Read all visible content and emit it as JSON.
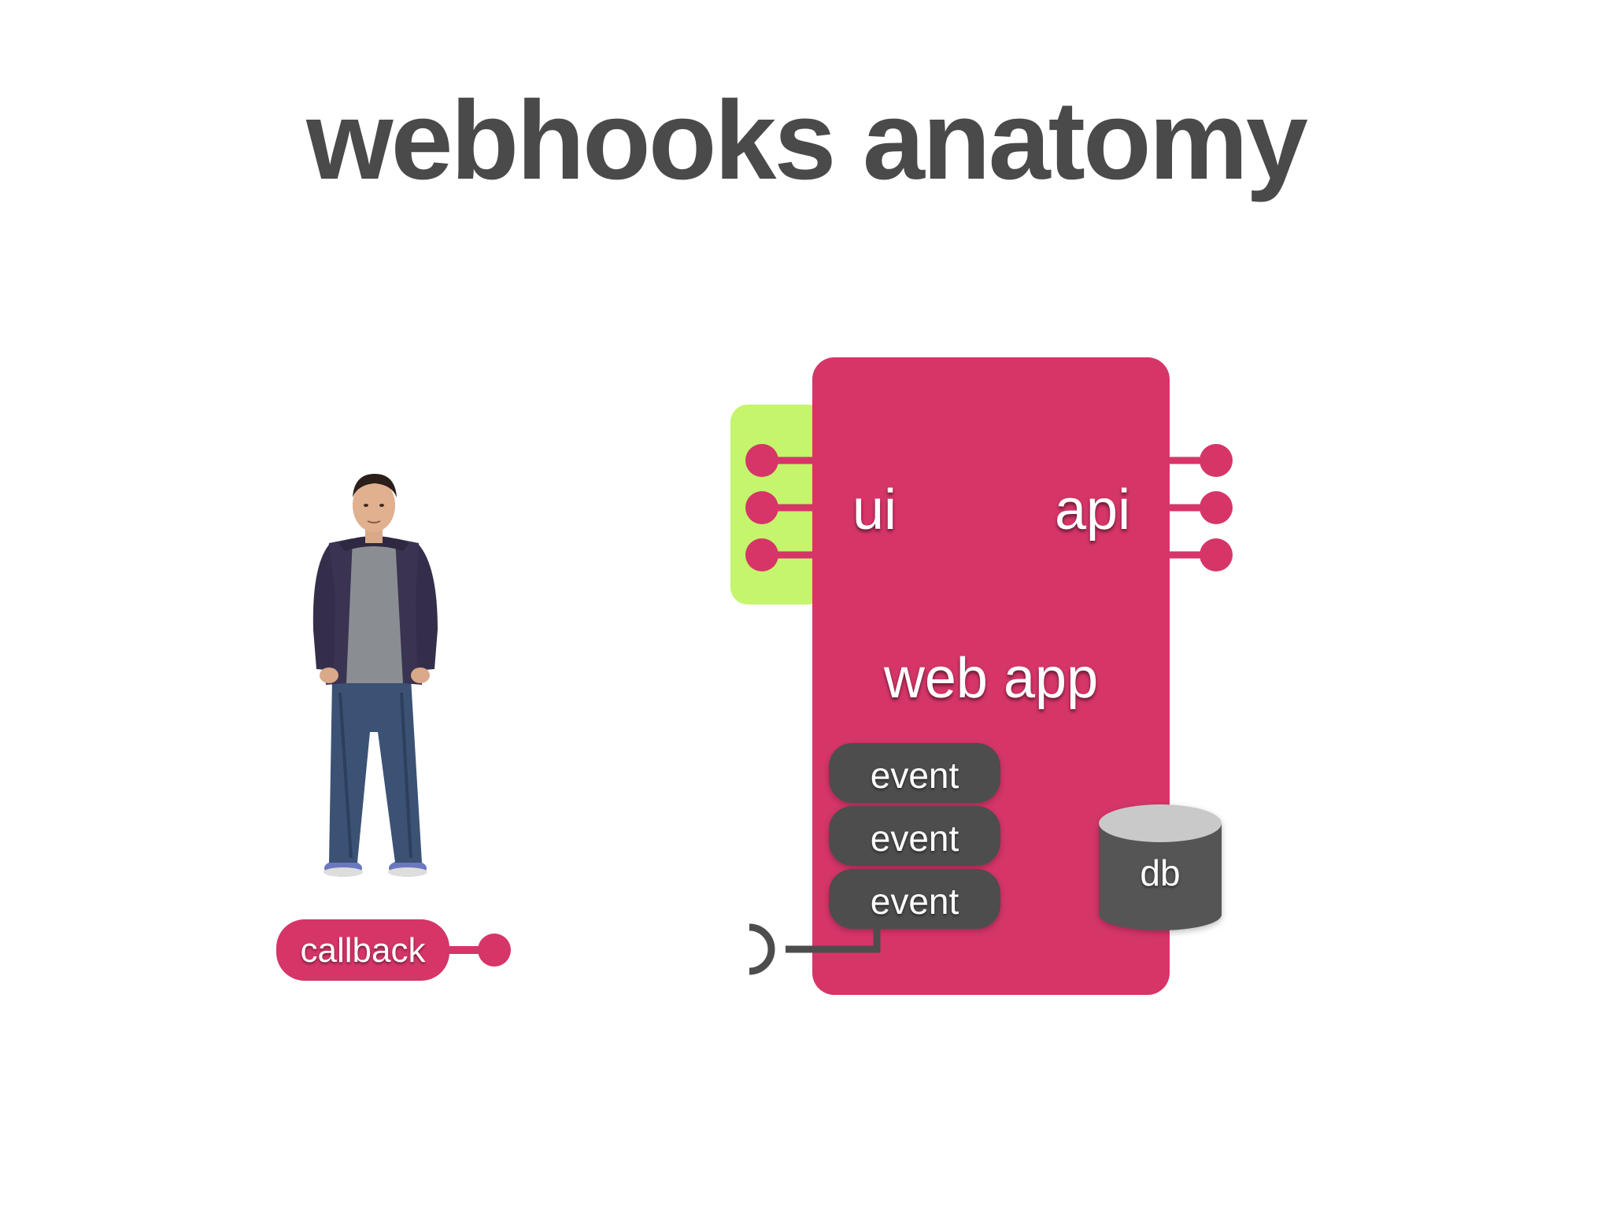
{
  "slide": {
    "title": "webhooks anatomy",
    "colors": {
      "title": "#4a4a4a",
      "app": "#d63568",
      "ui_panel": "#c4f56c",
      "event": "#4d4d4d",
      "db_body": "#555555",
      "db_top": "#c9c9c9",
      "background": "#ffffff"
    }
  },
  "person": {
    "icon": "standing-person-icon"
  },
  "callback": {
    "label": "callback"
  },
  "app": {
    "label": "web app",
    "ui_label": "ui",
    "api_label": "api",
    "events": [
      "event",
      "event",
      "event"
    ],
    "db_label": "db"
  }
}
